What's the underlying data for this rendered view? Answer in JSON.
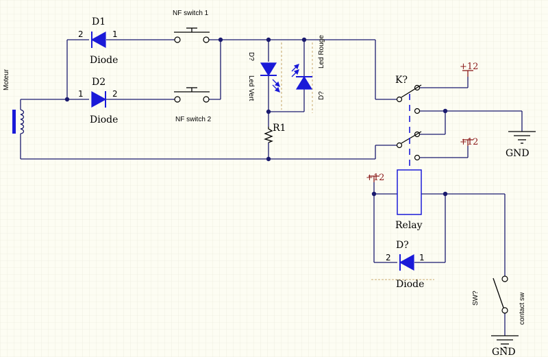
{
  "components": {
    "motor": {
      "label": "Moteur"
    },
    "d1": {
      "ref": "D1",
      "value": "Diode",
      "pin_left": "2",
      "pin_right": "1"
    },
    "d2": {
      "ref": "D2",
      "value": "Diode",
      "pin_left": "1",
      "pin_right": "2"
    },
    "sw1": {
      "label": "NF switch 1"
    },
    "sw2": {
      "label": "NF switch 2"
    },
    "led_green": {
      "ref": "D?",
      "value": "Led Vert"
    },
    "led_red": {
      "ref": "D?",
      "value": "Led Rouge"
    },
    "r1": {
      "ref": "R1"
    },
    "relay_contacts": {
      "ref": "K?"
    },
    "relay_coil": {
      "value": "Relay"
    },
    "d3": {
      "ref": "D?",
      "value": "Diode",
      "pin_left": "2",
      "pin_right": "1"
    },
    "contact_sw": {
      "ref": "SW?",
      "value": "contact sw"
    }
  },
  "power": {
    "plus12": "+12",
    "gnd": "GND"
  },
  "colors": {
    "wire": "#1a1a6e",
    "component": "#1a1ad8",
    "power": "#8b1a1a",
    "background": "#fdfdf3",
    "grid": "#e6e6d6"
  }
}
